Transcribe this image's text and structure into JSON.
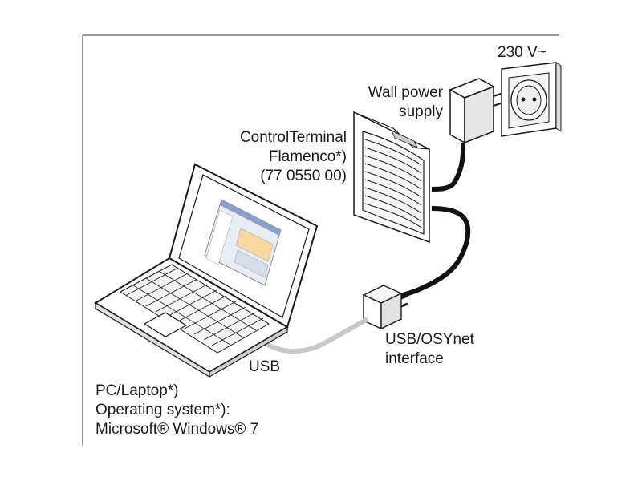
{
  "labels": {
    "voltage": "230 V~",
    "wall_power_supply": [
      "Wall power",
      "supply"
    ],
    "control_terminal": [
      "ControlTerminal",
      "Flamenco*)",
      "(77 0550 00)"
    ],
    "usb_osynet": [
      "USB/OSYnet",
      "interface"
    ],
    "usb": "USB",
    "pc_laptop": [
      "PC/Laptop*)",
      "Operating system*):",
      "Microsoft® Windows® 7"
    ]
  },
  "colors": {
    "line": "#1a1a1a",
    "usb_cable": "#c8c8c8",
    "screen": "#e8ecf4"
  }
}
